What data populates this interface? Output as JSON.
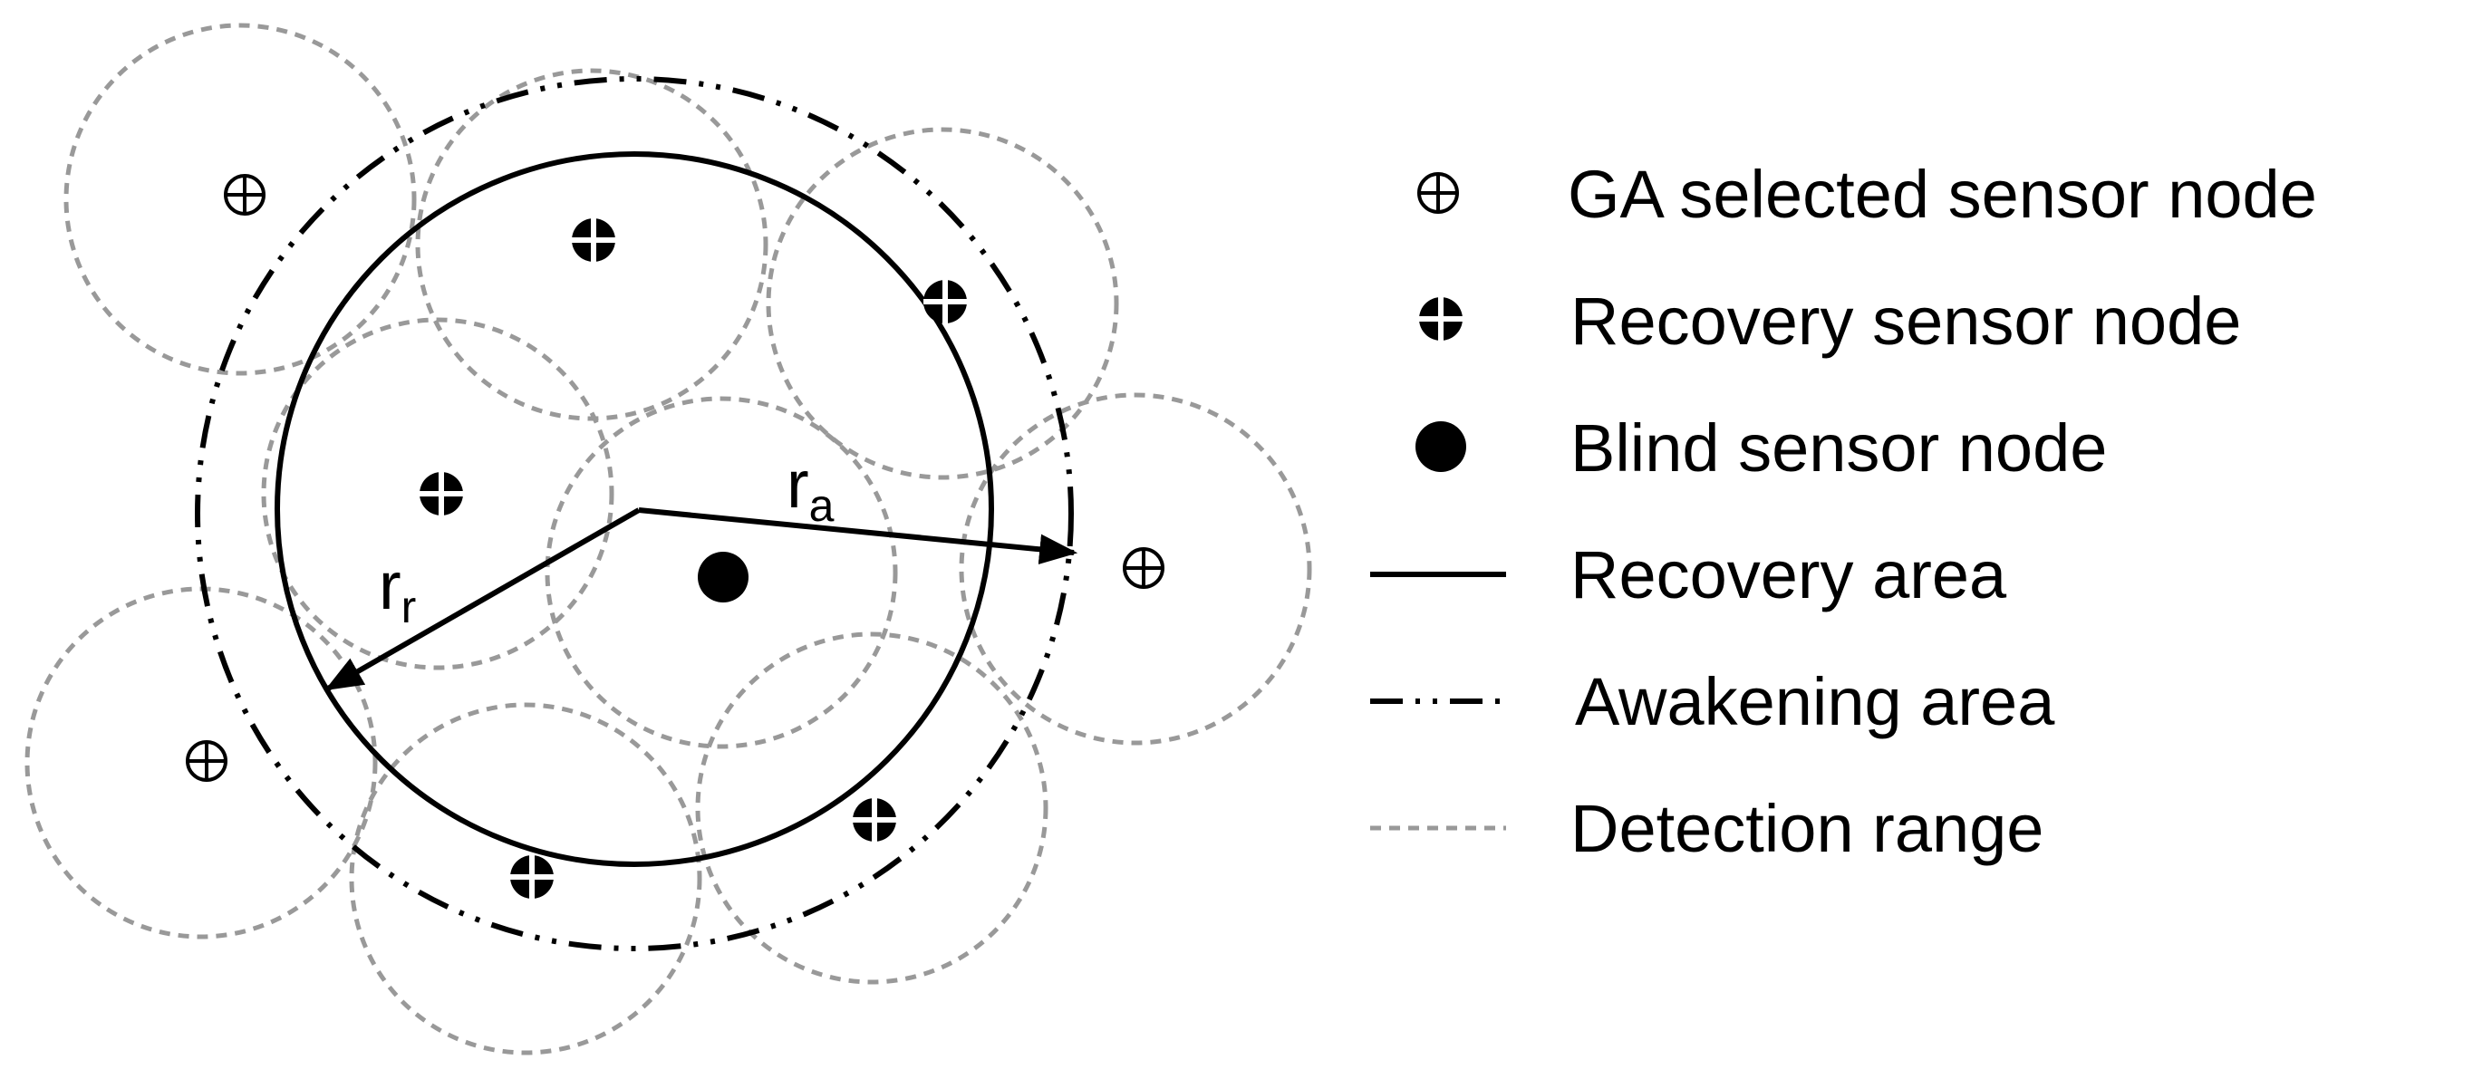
{
  "colors": {
    "ink": "#000000",
    "detection": "#999999",
    "background": "#ffffff"
  },
  "labels": {
    "radius_a": {
      "main": "r",
      "sub": "a"
    },
    "radius_r": {
      "main": "r",
      "sub": "r"
    }
  },
  "legend": {
    "items": [
      {
        "symbol": "ga-selected-node-icon",
        "label": "GA selected sensor node"
      },
      {
        "symbol": "recovery-node-icon",
        "label": "Recovery sensor node"
      },
      {
        "symbol": "blind-node-icon",
        "label": "Blind sensor node"
      },
      {
        "symbol": "recovery-area-line",
        "label": "Recovery area"
      },
      {
        "symbol": "awakening-area-line",
        "label": "Awakening area"
      },
      {
        "symbol": "detection-range-line",
        "label": "Detection range"
      }
    ]
  }
}
